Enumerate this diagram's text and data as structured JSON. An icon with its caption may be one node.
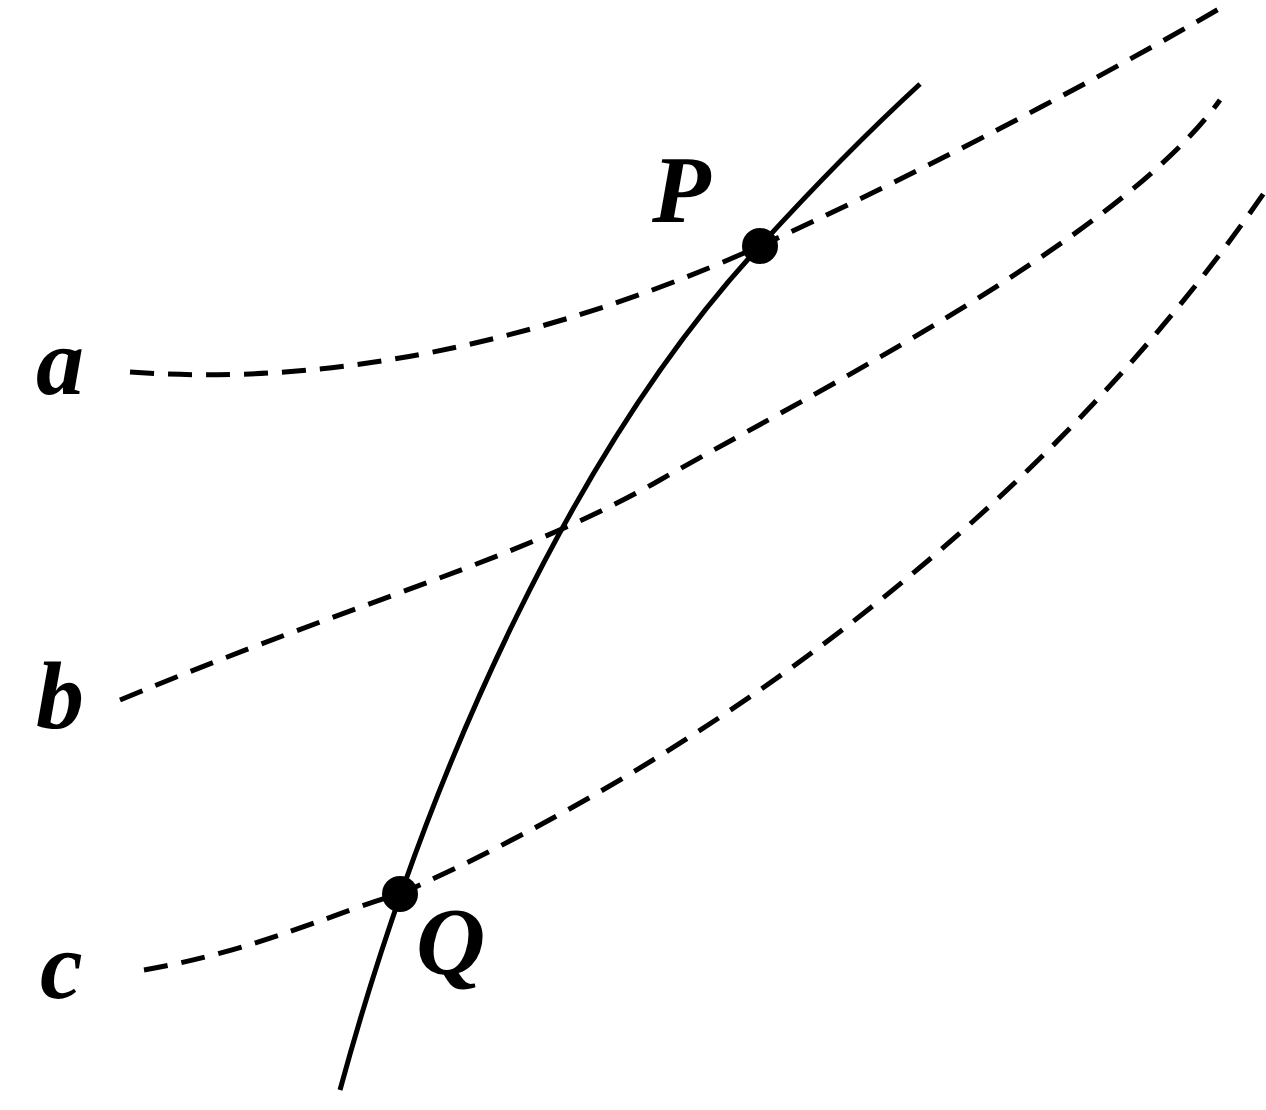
{
  "diagram": {
    "labels": [
      "a",
      "b",
      "c",
      "P",
      "Q"
    ]
  }
}
